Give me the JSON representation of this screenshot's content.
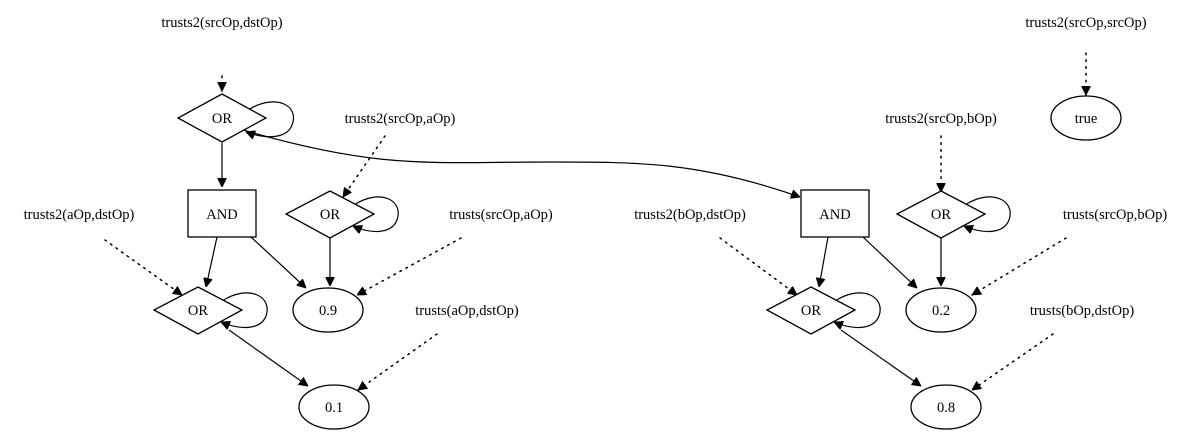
{
  "labels": {
    "t2_src_dst": "trusts2(srcOp,dstOp)",
    "t2_src_src": "trusts2(srcOp,srcOp)",
    "t2_src_a": "trusts2(srcOp,aOp)",
    "t2_src_b": "trusts2(srcOp,bOp)",
    "t2_a_dst": "trusts2(aOp,dstOp)",
    "t_src_a": "trusts(srcOp,aOp)",
    "t2_b_dst": "trusts2(bOp,dstOp)",
    "t_src_b": "trusts(srcOp,bOp)",
    "t_a_dst": "trusts(aOp,dstOp)",
    "t_b_dst": "trusts(bOp,dstOp)"
  },
  "nodes": {
    "or_top": "OR",
    "and_left": "AND",
    "or_mid_left": "OR",
    "or_low_left": "OR",
    "val_09": "0.9",
    "val_01": "0.1",
    "and_right": "AND",
    "or_mid_right": "OR",
    "or_low_right": "OR",
    "val_02": "0.2",
    "val_08": "0.8",
    "val_true": "true"
  }
}
